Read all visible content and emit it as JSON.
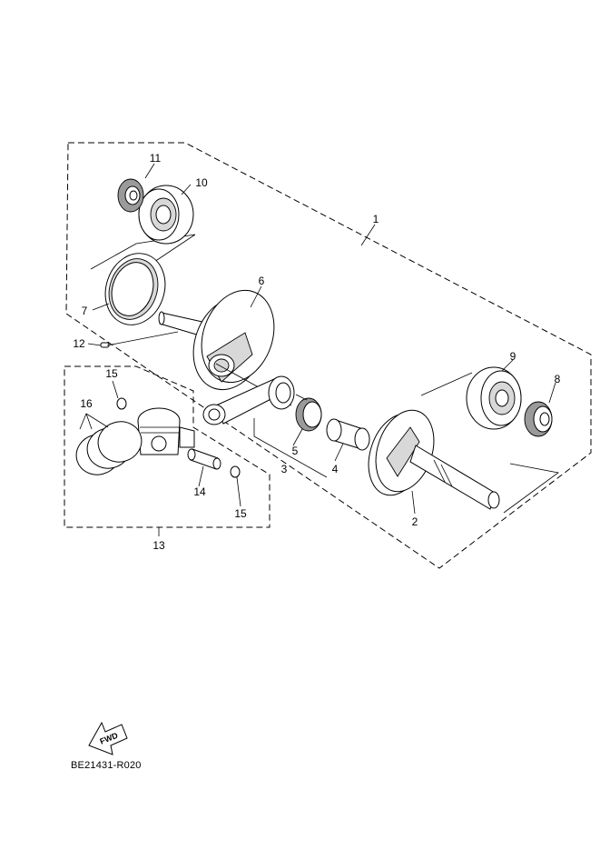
{
  "callouts": [
    {
      "id": "c1",
      "text": "1"
    },
    {
      "id": "c2",
      "text": "2"
    },
    {
      "id": "c3",
      "text": "3"
    },
    {
      "id": "c4",
      "text": "4"
    },
    {
      "id": "c5",
      "text": "5"
    },
    {
      "id": "c6",
      "text": "6"
    },
    {
      "id": "c7",
      "text": "7"
    },
    {
      "id": "c8",
      "text": "8"
    },
    {
      "id": "c9",
      "text": "9"
    },
    {
      "id": "c10",
      "text": "10"
    },
    {
      "id": "c11",
      "text": "11"
    },
    {
      "id": "c12",
      "text": "12"
    },
    {
      "id": "c13",
      "text": "13"
    },
    {
      "id": "c14",
      "text": "14"
    },
    {
      "id": "c15a",
      "text": "15"
    },
    {
      "id": "c15b",
      "text": "15"
    },
    {
      "id": "c16",
      "text": "16"
    }
  ],
  "fwd_label": "FWD",
  "diagram_code": "BE21431-R020"
}
